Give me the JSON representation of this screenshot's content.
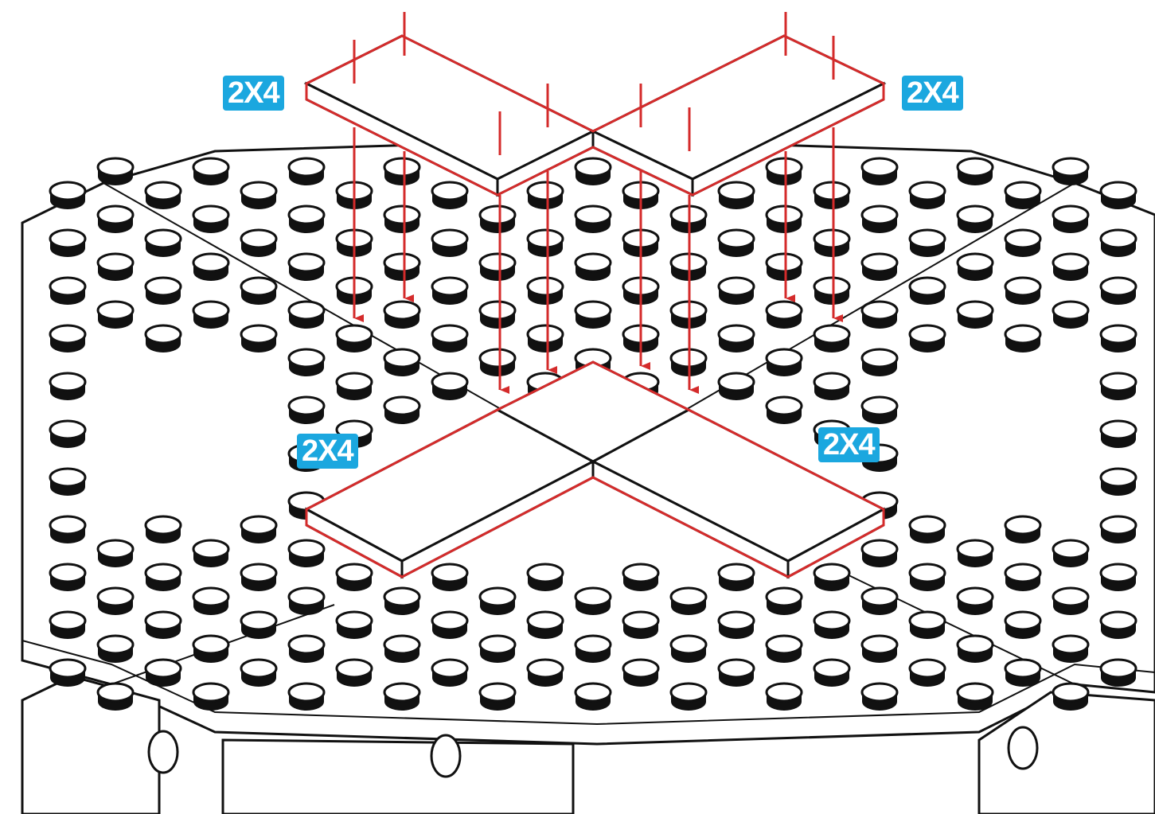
{
  "labels": {
    "top_left": "2X4",
    "top_right": "2X4",
    "bottom_left": "2X4",
    "bottom_right": "2X4"
  },
  "colors": {
    "label_bg": "#1BA7DF",
    "arrow": "#D42B2B",
    "outline": "#111111",
    "stud_cap": "#111111",
    "background": "#FFFFFF"
  }
}
